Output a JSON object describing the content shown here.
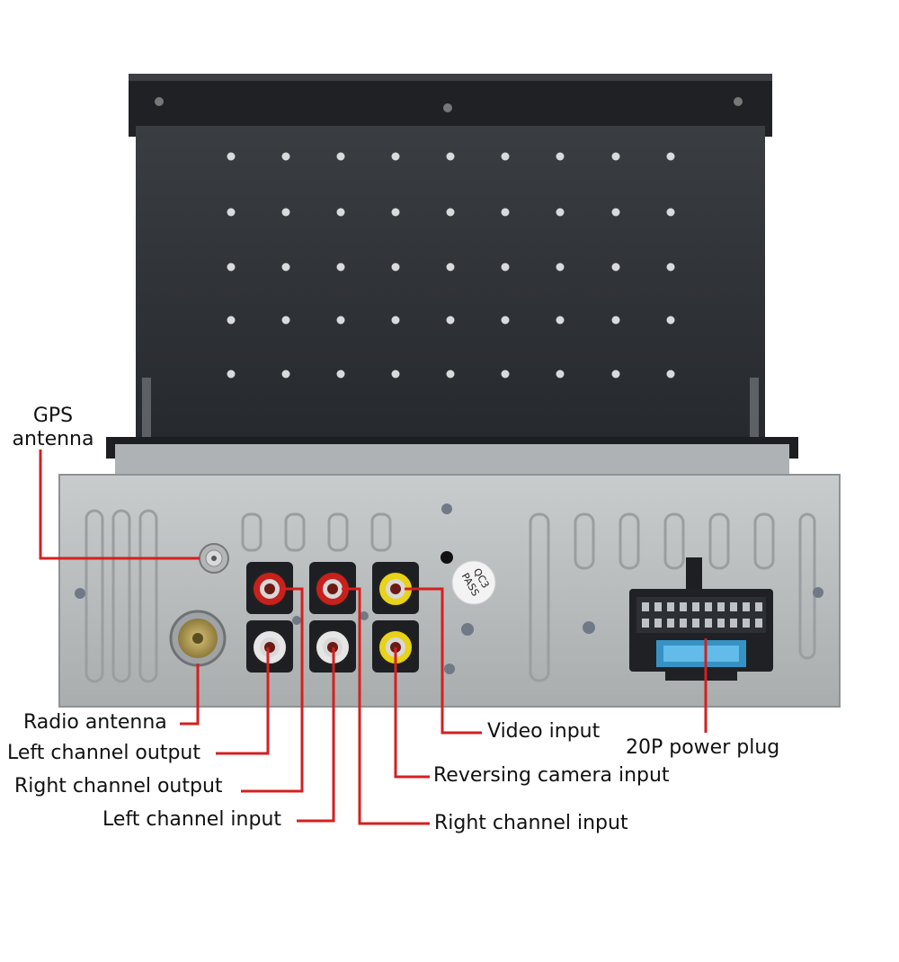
{
  "labels": {
    "gps": [
      "GPS",
      "antenna"
    ],
    "radio_antenna": "Radio antenna",
    "left_channel_output": "Left channel output",
    "right_channel_output": "Right channel output",
    "left_channel_input": "Left channel input",
    "video_input": "Video input",
    "reversing_camera_input": "Reversing camera input",
    "right_channel_input": "Right channel input",
    "power_plug": "20P power plug"
  },
  "stamp": [
    "QC3",
    "PASS"
  ],
  "colors": {
    "leader_line": "#d42020",
    "panel": "#b9bcbd",
    "screen": "#2f3236",
    "rca_red": "#c8201c",
    "rca_white": "#e6e6e6",
    "rca_yellow": "#e8d21a",
    "fuse": "#3aa0d8"
  }
}
